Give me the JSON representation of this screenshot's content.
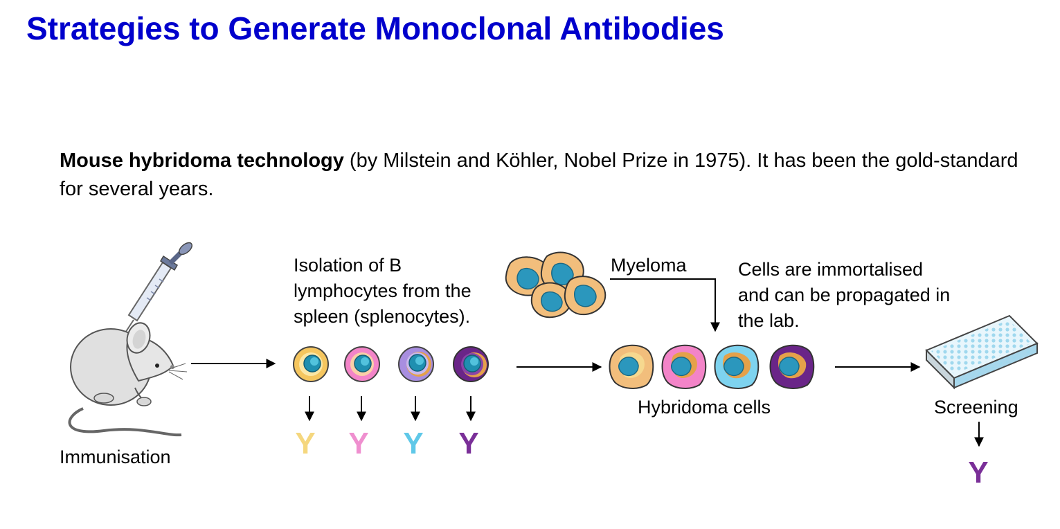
{
  "title": "Strategies to Generate Monoclonal Antibodies",
  "intro": {
    "bold": "Mouse hybridoma technology",
    "rest": " (by Milstein and Köhler, Nobel Prize in 1975). It has been the gold-standard for several years."
  },
  "labels": {
    "immunisation": "Immunisation",
    "isolation_line1": "Isolation of B",
    "isolation_line2": "lymphocytes from the",
    "isolation_line3": "spleen (splenocytes).",
    "myeloma": "Myeloma",
    "immortal_line1": "Cells are immortalised",
    "immortal_line2": "and can be propagated in",
    "immortal_line3": "the lab.",
    "hybridoma": "Hybridoma cells",
    "screening": "Screening"
  },
  "antibody_glyph": "Y",
  "colors": {
    "title": "#0000cc",
    "yellow": "#f5d77e",
    "pink": "#ef8fcf",
    "cyan": "#5fc8e8",
    "purple": "#7a2f98"
  }
}
